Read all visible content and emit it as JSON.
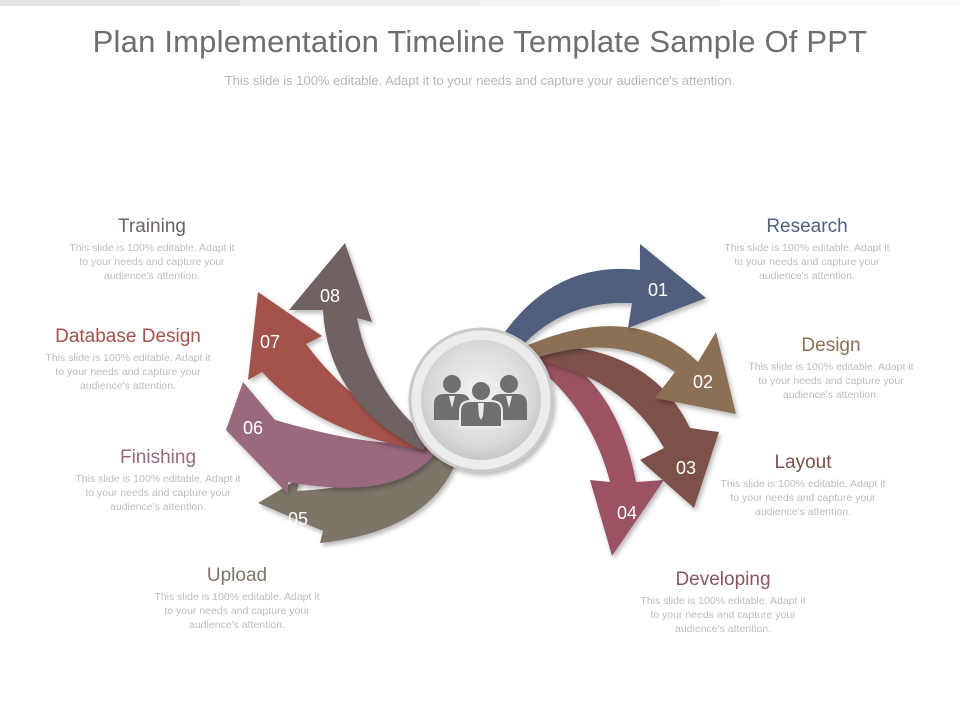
{
  "title": "Plan Implementation Timeline Template Sample Of PPT",
  "subtitle": "This slide is 100% editable. Adapt it to your needs and capture your audience's attention.",
  "center_icon": "people-group-icon",
  "steps": [
    {
      "number": "01",
      "heading": "Research",
      "text": "This slide is 100% editable. Adapt it to your needs and capture your audience's attention.",
      "color": "#4f5f7d"
    },
    {
      "number": "02",
      "heading": "Design",
      "text": "This slide is 100% editable. Adapt it to your needs and capture your audience's attention.",
      "color": "#8c6f55"
    },
    {
      "number": "03",
      "heading": "Layout",
      "text": "This slide is 100% editable. Adapt it to your needs and capture your audience's attention.",
      "color": "#7d5148"
    },
    {
      "number": "04",
      "heading": "Developing",
      "text": "This slide is 100% editable. Adapt it to your needs and capture your audience's attention.",
      "color": "#9b5263"
    },
    {
      "number": "05",
      "heading": "Upload",
      "text": "This slide is 100% editable. Adapt it to your needs and capture your audience's attention.",
      "color": "#7d7567"
    },
    {
      "number": "06",
      "heading": "Finishing",
      "text": "This slide is 100% editable. Adapt it to your needs and capture your audience's attention.",
      "color": "#9a677f"
    },
    {
      "number": "07",
      "heading": "Database Design",
      "text": "This slide is 100% editable. Adapt it to your needs and capture your audience's attention.",
      "color": "#a3524b"
    },
    {
      "number": "08",
      "heading": "Training",
      "text": "This slide is 100% editable. Adapt it to your needs and capture your audience's attention.",
      "color": "#6f6261"
    }
  ]
}
